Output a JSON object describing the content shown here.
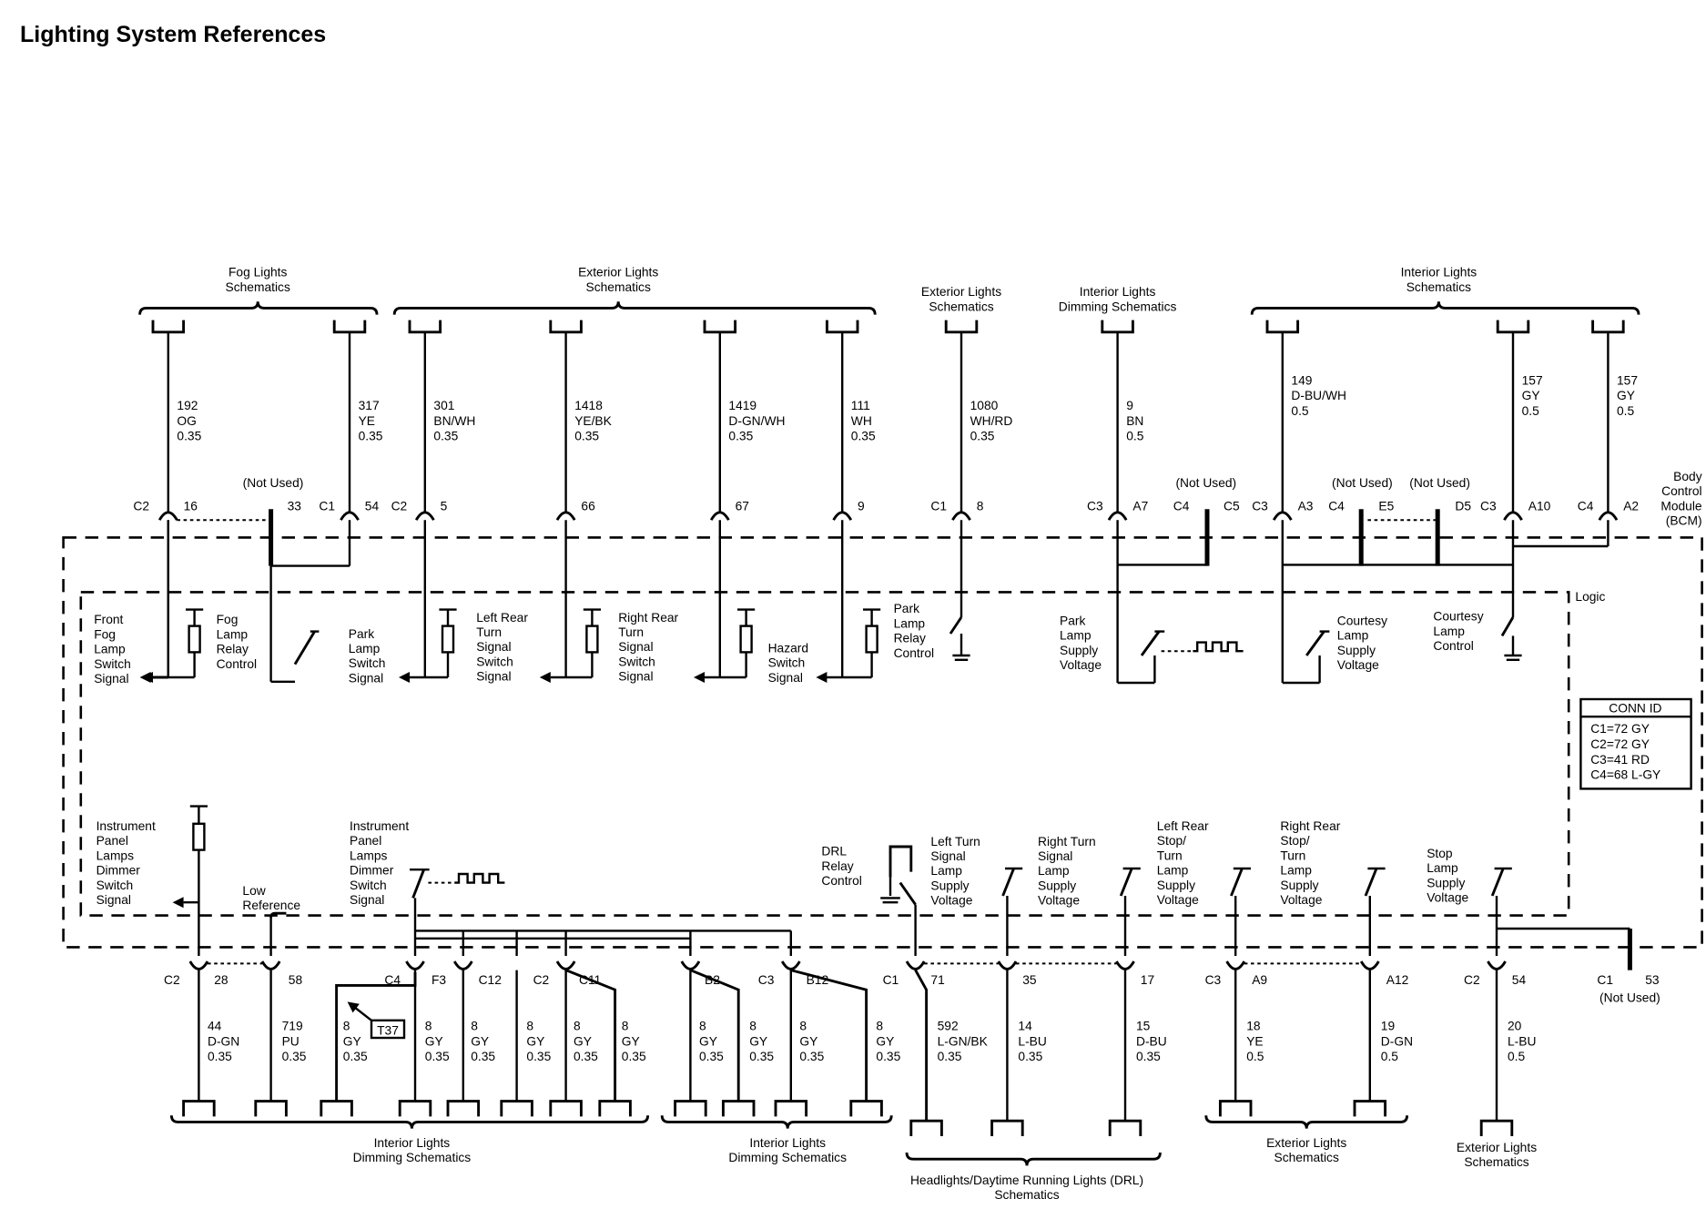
{
  "title": "Lighting System References",
  "module_label": [
    "Body",
    "Control",
    "Module",
    "(BCM)"
  ],
  "logic_label": "Logic",
  "conn_id": {
    "title": "CONN ID",
    "rows": [
      "C1=72 GY",
      "C2=72 GY",
      "C3=41 RD",
      "C4=68 L-GY"
    ]
  },
  "top_groups": [
    [
      "Fog Lights",
      "Schematics"
    ],
    [
      "Exterior Lights",
      "Schematics"
    ],
    [
      "Exterior Lights",
      "Schematics"
    ],
    [
      "Interior Lights",
      "Dimming Schematics"
    ],
    [
      "Interior Lights",
      "Schematics"
    ]
  ],
  "top_wires": [
    [
      "192",
      "OG",
      "0.35"
    ],
    [
      "317",
      "YE",
      "0.35"
    ],
    [
      "301",
      "BN/WH",
      "0.35"
    ],
    [
      "1418",
      "YE/BK",
      "0.35"
    ],
    [
      "1419",
      "D-GN/WH",
      "0.35"
    ],
    [
      "111",
      "WH",
      "0.35"
    ],
    [
      "1080",
      "WH/RD",
      "0.35"
    ],
    [
      "9",
      "BN",
      "0.5"
    ],
    [
      "149",
      "D-BU/WH",
      "0.5"
    ],
    [
      "157",
      "GY",
      "0.5"
    ],
    [
      "157",
      "GY",
      "0.5"
    ]
  ],
  "top_pins": [
    {
      "conn": "C2",
      "pin": "16"
    },
    {
      "conn": "",
      "pin": "33"
    },
    {
      "conn": "C1",
      "pin": "54"
    },
    {
      "conn": "C2",
      "pin": "5"
    },
    {
      "conn": "",
      "pin": "66"
    },
    {
      "conn": "",
      "pin": "67"
    },
    {
      "conn": "",
      "pin": "9"
    },
    {
      "conn": "C1",
      "pin": "8"
    },
    {
      "conn": "C3",
      "pin": "A7"
    },
    {
      "conn": "C4",
      "pin": ""
    },
    {
      "conn": "C5",
      "pin": ""
    },
    {
      "conn": "C3",
      "pin": "A3"
    },
    {
      "conn": "C4",
      "pin": ""
    },
    {
      "conn": "",
      "pin": "E5"
    },
    {
      "conn": "",
      "pin": "D5"
    },
    {
      "conn": "C3",
      "pin": "A10"
    },
    {
      "conn": "C4",
      "pin": "A2"
    }
  ],
  "not_used": "(Not Used)",
  "top_functions": [
    [
      "Front",
      "Fog",
      "Lamp",
      "Switch",
      "Signal"
    ],
    [
      "Fog",
      "Lamp",
      "Relay",
      "Control"
    ],
    [
      "Park",
      "Lamp",
      "Switch",
      "Signal"
    ],
    [
      "Left Rear",
      "Turn",
      "Signal",
      "Switch",
      "Signal"
    ],
    [
      "Right Rear",
      "Turn",
      "Signal",
      "Switch",
      "Signal"
    ],
    [
      "Hazard",
      "Switch",
      "Signal"
    ],
    [
      "Park",
      "Lamp",
      "Relay",
      "Control"
    ],
    [
      "Park",
      "Lamp",
      "Supply",
      "Voltage"
    ],
    [
      "Courtesy",
      "Lamp",
      "Supply",
      "Voltage"
    ],
    [
      "Courtesy",
      "Lamp",
      "Control"
    ]
  ],
  "bottom_functions": [
    [
      "Instrument",
      "Panel",
      "Lamps",
      "Dimmer",
      "Switch",
      "Signal"
    ],
    [
      "Low",
      "Reference"
    ],
    [
      "Instrument",
      "Panel",
      "Lamps",
      "Dimmer",
      "Switch",
      "Signal"
    ],
    [
      "DRL",
      "Relay",
      "Control"
    ],
    [
      "Left Turn",
      "Signal",
      "Lamp",
      "Supply",
      "Voltage"
    ],
    [
      "Right Turn",
      "Signal",
      "Lamp",
      "Supply",
      "Voltage"
    ],
    [
      "Left Rear",
      "Stop/",
      "Turn",
      "Lamp",
      "Supply",
      "Voltage"
    ],
    [
      "Right Rear",
      "Stop/",
      "Turn",
      "Lamp",
      "Supply",
      "Voltage"
    ],
    [
      "Stop",
      "Lamp",
      "Supply",
      "Voltage"
    ]
  ],
  "bottom_pins": [
    {
      "conn": "C2",
      "pin": "28"
    },
    {
      "conn": "",
      "pin": "58"
    },
    {
      "conn": "C4",
      "pin": "F3"
    },
    {
      "conn": "",
      "pin": "C12"
    },
    {
      "conn": "C2",
      "pin": "C11"
    },
    {
      "conn": "",
      "pin": "B2"
    },
    {
      "conn": "C3",
      "pin": "B12"
    },
    {
      "conn": "C1",
      "pin": "71"
    },
    {
      "conn": "",
      "pin": "35"
    },
    {
      "conn": "",
      "pin": "17"
    },
    {
      "conn": "C3",
      "pin": "A9"
    },
    {
      "conn": "",
      "pin": "A12"
    },
    {
      "conn": "C2",
      "pin": "54"
    },
    {
      "conn": "C1",
      "pin": "53"
    }
  ],
  "bottom_wires": [
    [
      "44",
      "D-GN",
      "0.35"
    ],
    [
      "719",
      "PU",
      "0.35"
    ],
    [
      "8",
      "GY",
      "0.35"
    ],
    [
      "8",
      "GY",
      "0.35"
    ],
    [
      "8",
      "GY",
      "0.35"
    ],
    [
      "8",
      "GY",
      "0.35"
    ],
    [
      "8",
      "GY",
      "0.35"
    ],
    [
      "8",
      "GY",
      "0.35"
    ],
    [
      "8",
      "GY",
      "0.35"
    ],
    [
      "8",
      "GY",
      "0.35"
    ],
    [
      "8",
      "GY",
      "0.35"
    ],
    [
      "8",
      "GY",
      "0.35"
    ],
    [
      "592",
      "L-GN/BK",
      "0.35"
    ],
    [
      "14",
      "L-BU",
      "0.35"
    ],
    [
      "15",
      "D-BU",
      "0.35"
    ],
    [
      "18",
      "YE",
      "0.5"
    ],
    [
      "19",
      "D-GN",
      "0.5"
    ],
    [
      "20",
      "L-BU",
      "0.5"
    ]
  ],
  "callout": "T37",
  "bottom_groups": [
    [
      "Interior Lights",
      "Dimming Schematics"
    ],
    [
      "Interior Lights",
      "Dimming Schematics"
    ],
    [
      "Headlights/Daytime Running Lights (DRL)",
      "Schematics"
    ],
    [
      "Exterior Lights",
      "Schematics"
    ],
    [
      "Exterior Lights",
      "Schematics"
    ]
  ]
}
